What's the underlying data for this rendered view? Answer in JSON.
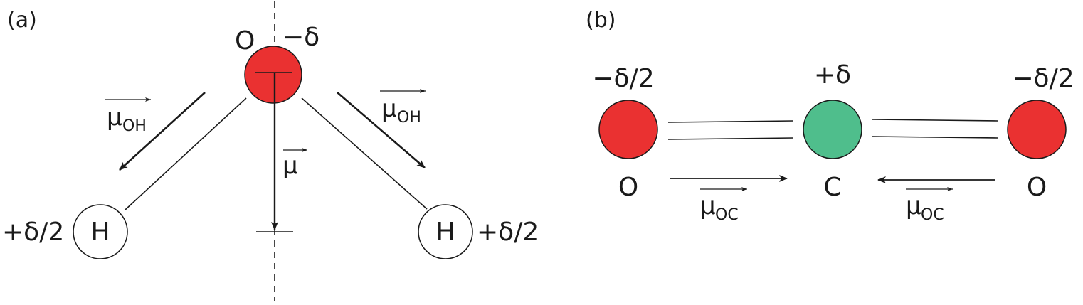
{
  "panels": {
    "a": {
      "label": "(a)",
      "atoms": {
        "oxygen": {
          "symbol": "O",
          "charge": "−δ",
          "color": "#ea3131"
        },
        "hydrogen_left": {
          "symbol": "H",
          "charge": "+δ/2",
          "color": "#ffffff"
        },
        "hydrogen_right": {
          "symbol": "H",
          "charge": "+δ/2",
          "color": "#ffffff"
        }
      },
      "vectors": {
        "mu_oh_left": {
          "symbol": "μ",
          "subscript": "OH"
        },
        "mu_oh_right": {
          "symbol": "μ",
          "subscript": "OH"
        },
        "mu_total": {
          "symbol": "μ"
        }
      }
    },
    "b": {
      "label": "(b)",
      "atoms": {
        "oxygen_left": {
          "symbol": "O",
          "charge": "−δ/2",
          "color": "#ea3131"
        },
        "carbon": {
          "symbol": "C",
          "charge": "+δ",
          "color": "#4fbe8c"
        },
        "oxygen_right": {
          "symbol": "O",
          "charge": "−δ/2",
          "color": "#ea3131"
        }
      },
      "vectors": {
        "mu_oc_left": {
          "symbol": "μ",
          "subscript": "OC"
        },
        "mu_oc_right": {
          "symbol": "μ",
          "subscript": "OC"
        }
      }
    }
  }
}
